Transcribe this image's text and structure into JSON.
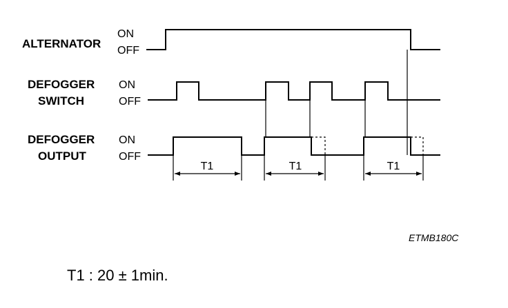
{
  "signals": [
    {
      "label_lines": [
        "ALTERNATOR"
      ],
      "on": "ON",
      "off": "OFF"
    },
    {
      "label_lines": [
        "DEFOGGER",
        "SWITCH"
      ],
      "on": "ON",
      "off": "OFF"
    },
    {
      "label_lines": [
        "DEFOGGER",
        "OUTPUT"
      ],
      "on": "ON",
      "off": "OFF"
    }
  ],
  "interval_label": "T1",
  "figure_code": "ETMB180C",
  "note": "T1 : 20 ± 1min."
}
